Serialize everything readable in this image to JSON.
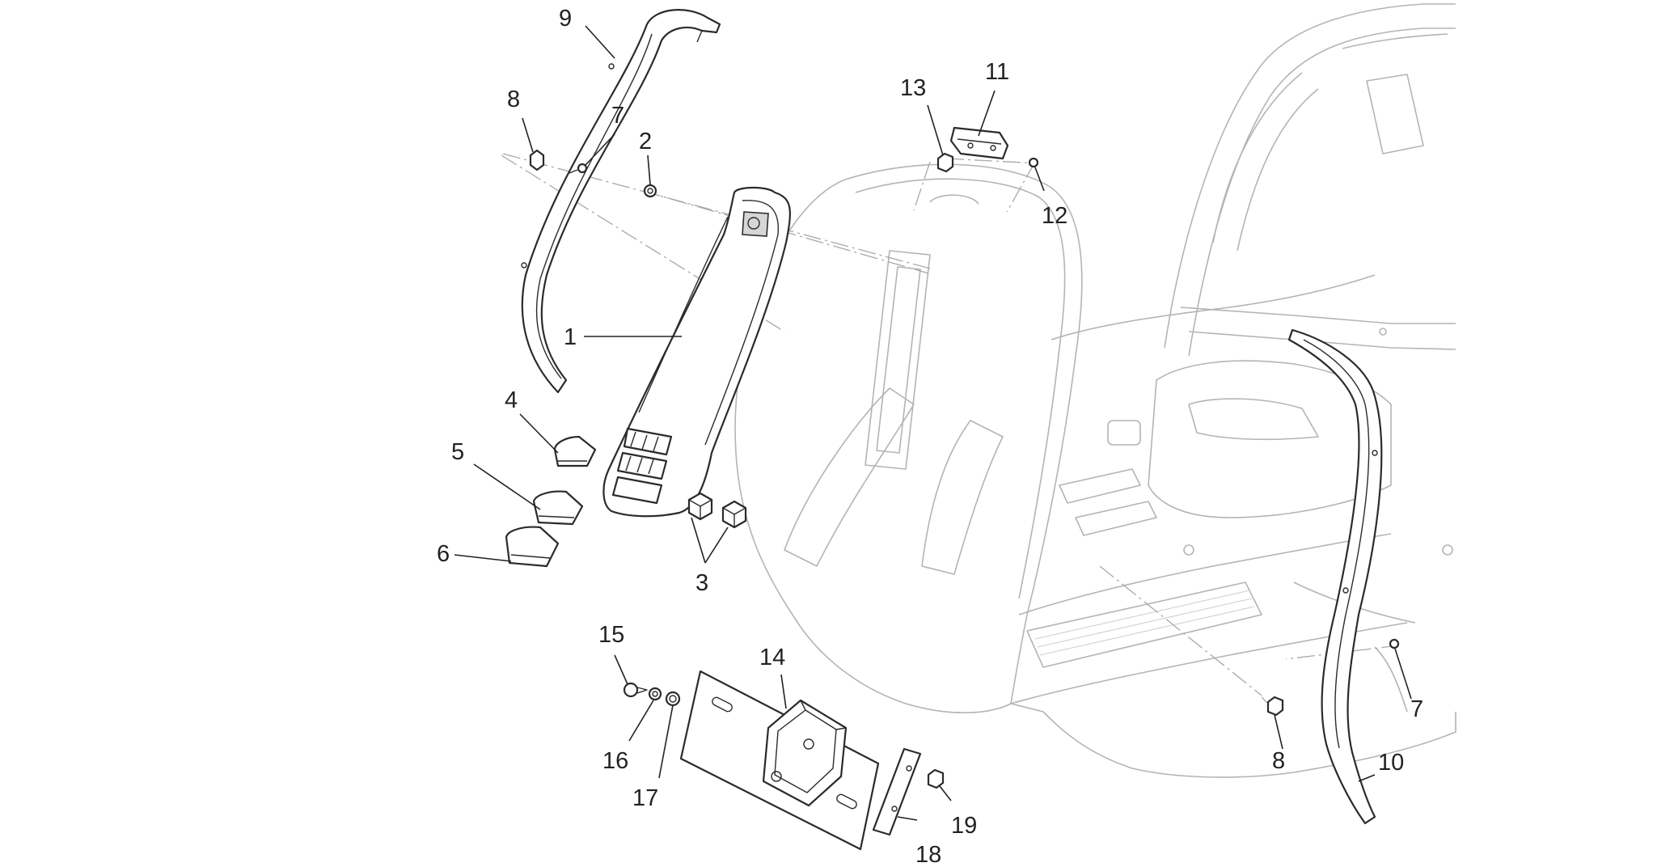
{
  "diagram": {
    "callouts": [
      {
        "id": "c1",
        "label": "1"
      },
      {
        "id": "c2",
        "label": "2"
      },
      {
        "id": "c3",
        "label": "3"
      },
      {
        "id": "c4",
        "label": "4"
      },
      {
        "id": "c5",
        "label": "5"
      },
      {
        "id": "c6",
        "label": "6"
      },
      {
        "id": "c7a",
        "label": "7"
      },
      {
        "id": "c7b",
        "label": "7"
      },
      {
        "id": "c8a",
        "label": "8"
      },
      {
        "id": "c8b",
        "label": "8"
      },
      {
        "id": "c9",
        "label": "9"
      },
      {
        "id": "c10",
        "label": "10"
      },
      {
        "id": "c11",
        "label": "11"
      },
      {
        "id": "c12",
        "label": "12"
      },
      {
        "id": "c13",
        "label": "13"
      },
      {
        "id": "c14",
        "label": "14"
      },
      {
        "id": "c15",
        "label": "15"
      },
      {
        "id": "c16",
        "label": "16"
      },
      {
        "id": "c17",
        "label": "17"
      },
      {
        "id": "c18",
        "label": "18"
      },
      {
        "id": "c19",
        "label": "19"
      }
    ],
    "colors": {
      "ink": "#222222",
      "ghost": "#b4b4b4",
      "background": "#ffffff"
    }
  }
}
